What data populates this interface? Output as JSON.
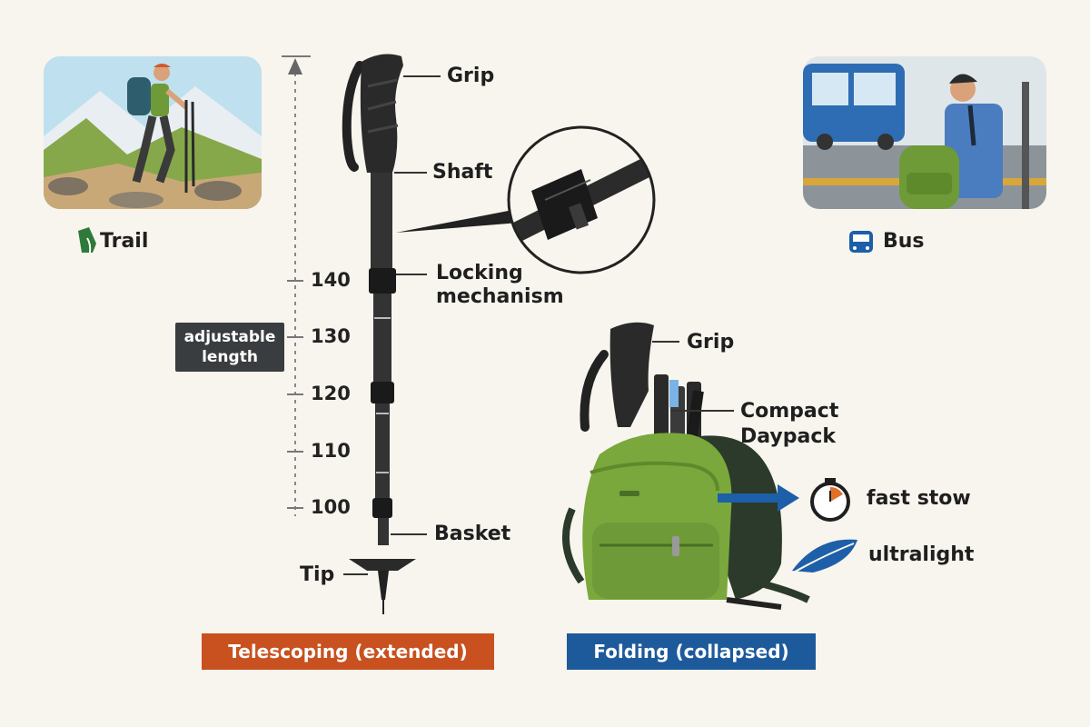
{
  "scenes": {
    "trail": {
      "label": "Trail",
      "icon": "trail-icon",
      "color": "#2f7a3a"
    },
    "bus": {
      "label": "Bus",
      "icon": "bus-icon",
      "color": "#1d5fa8"
    }
  },
  "telescoping": {
    "callouts": {
      "grip": "Grip",
      "shaft": "Shaft",
      "locking_line1": "Locking",
      "locking_line2": "mechanism",
      "basket": "Basket",
      "tip": "Tip"
    },
    "scale": {
      "badge_line1": "adjustable",
      "badge_line2": "length",
      "ticks": [
        "140",
        "130",
        "120",
        "110",
        "100"
      ]
    },
    "caption": "Telescoping (extended)",
    "caption_color": "#c8511f"
  },
  "folding": {
    "callouts": {
      "grip": "Grip",
      "pack_line1": "Compact",
      "pack_line2": "Daypack"
    },
    "features": [
      {
        "icon": "stopwatch-icon",
        "label": "fast stow"
      },
      {
        "icon": "feather-icon",
        "label": "ultralight"
      }
    ],
    "caption": "Folding (collapsed)",
    "caption_color": "#1d5a9c"
  }
}
